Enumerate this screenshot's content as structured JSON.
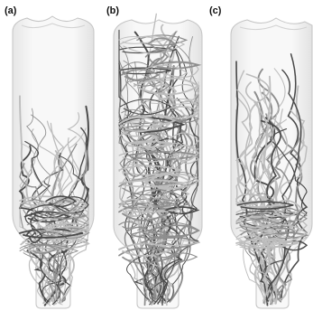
{
  "panels": [
    {
      "label": "(a)"
    },
    {
      "label": "(b)"
    },
    {
      "label": "(c)"
    }
  ],
  "colors": {
    "background": "#ffffff",
    "bottle_outline": "#c8c8c8",
    "bottle_fill": "#f6f6f6",
    "streamline_light": "#bdbdbd",
    "streamline_mid": "#8e8e8e",
    "streamline_dark": "#4a4a4a"
  }
}
